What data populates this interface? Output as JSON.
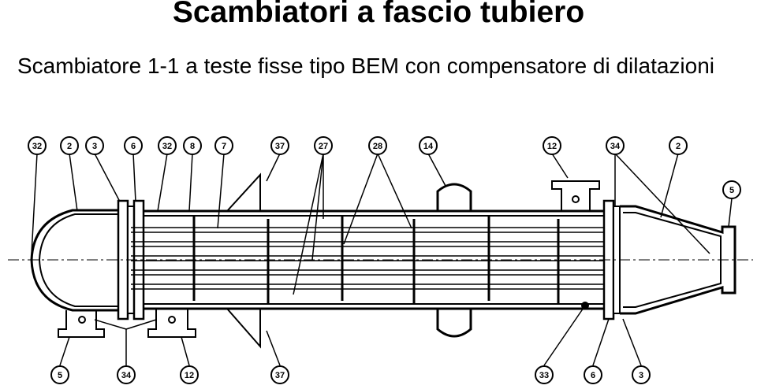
{
  "title": "Scambiatori a fascio tubiero",
  "subtitle": "Scambiatore 1-1 a teste fisse tipo BEM con compensatore di dilatazioni",
  "callouts": {
    "top": [
      "32",
      "2",
      "3",
      "6",
      "32",
      "8",
      "7",
      "37",
      "27",
      "28",
      "14",
      "12",
      "34",
      "2",
      "5"
    ],
    "bottom": [
      "5",
      "34",
      "12",
      "37",
      "33",
      "6",
      "3"
    ]
  },
  "colors": {
    "ink": "#000000",
    "paper": "#ffffff"
  }
}
